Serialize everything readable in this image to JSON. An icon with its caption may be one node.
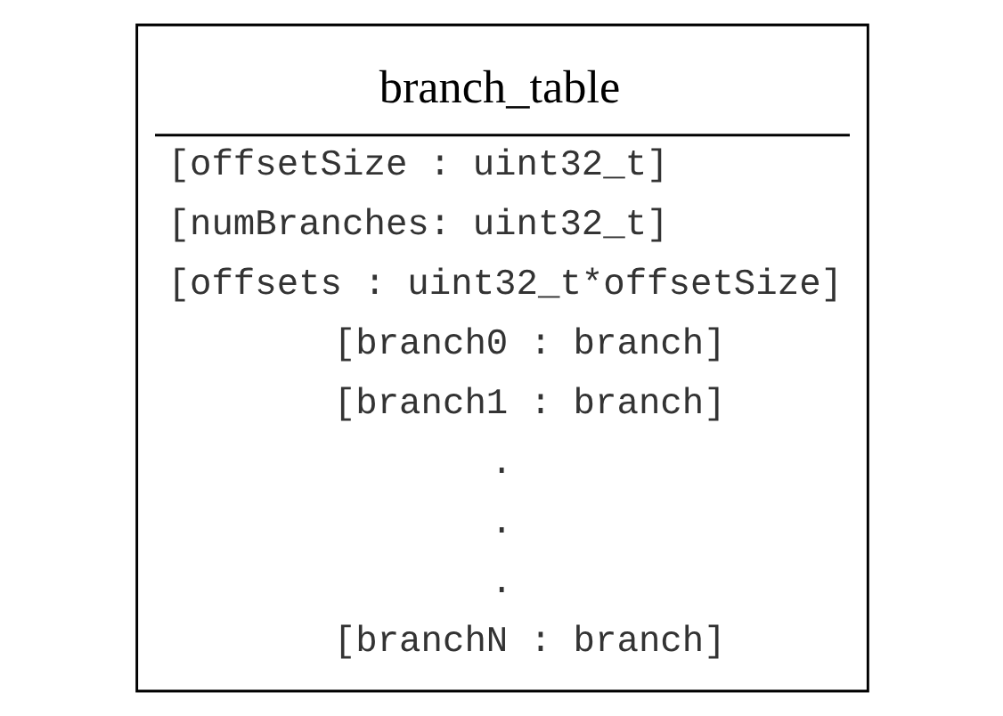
{
  "diagram": {
    "nodes": [
      {
        "text": [
          "branch_table",
          "[offsetSize : uint32_t]",
          "[numBranches: uint32_t]",
          "[offsets : uint32_t*offsetSize]",
          "[branch0 : branch]",
          "[branch1 : branch]",
          ".",
          ".",
          ".",
          "[branchN : branch]"
        ]
      }
    ],
    "edges": []
  }
}
